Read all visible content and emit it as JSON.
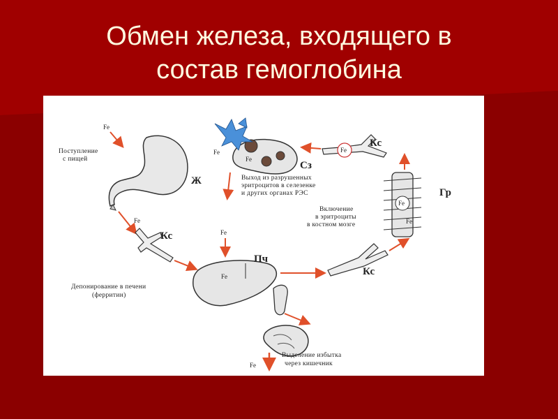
{
  "title": {
    "line1": "Обмен железа, входящего в",
    "line2": "состав гемоглобина"
  },
  "diagram": {
    "labels": {
      "fe_top": "Fe",
      "intake_1": "Поступление",
      "intake_2": "с пищей",
      "stomach": "Ж",
      "fe_after_stomach": "Fe",
      "vessel_1": "Кс",
      "fe_to_liver": "Fe",
      "liver": "Пч",
      "liver_fe": "Fe",
      "deposit_1": "Депонирование в печени",
      "deposit_2": "(ферритин)",
      "vessel_2": "Кс",
      "vessel_3": "Кс",
      "spine_fe_1": "Fe",
      "spine_fe_2": "Fe",
      "bone_marrow": "Гр",
      "inclusion_1": "Включение",
      "inclusion_2": "в эритроциты",
      "inclusion_3": "в костном мозге",
      "vessel_fe": "Fe",
      "spleen": "Сз",
      "spleen_fe_out": "Fe",
      "spleen_fe_in": "Fe",
      "exit_1": "Выход из разрушенных",
      "exit_2": "эритроцитов в селезенке",
      "exit_3": "и других органах РЭС",
      "excretion_1": "Выделение избытка",
      "excretion_2": "через кишечник",
      "fe_bottom": "Fe"
    },
    "colors": {
      "arrow": "#e0502a",
      "outline": "#333333",
      "crystal": "#4a90d9"
    }
  }
}
